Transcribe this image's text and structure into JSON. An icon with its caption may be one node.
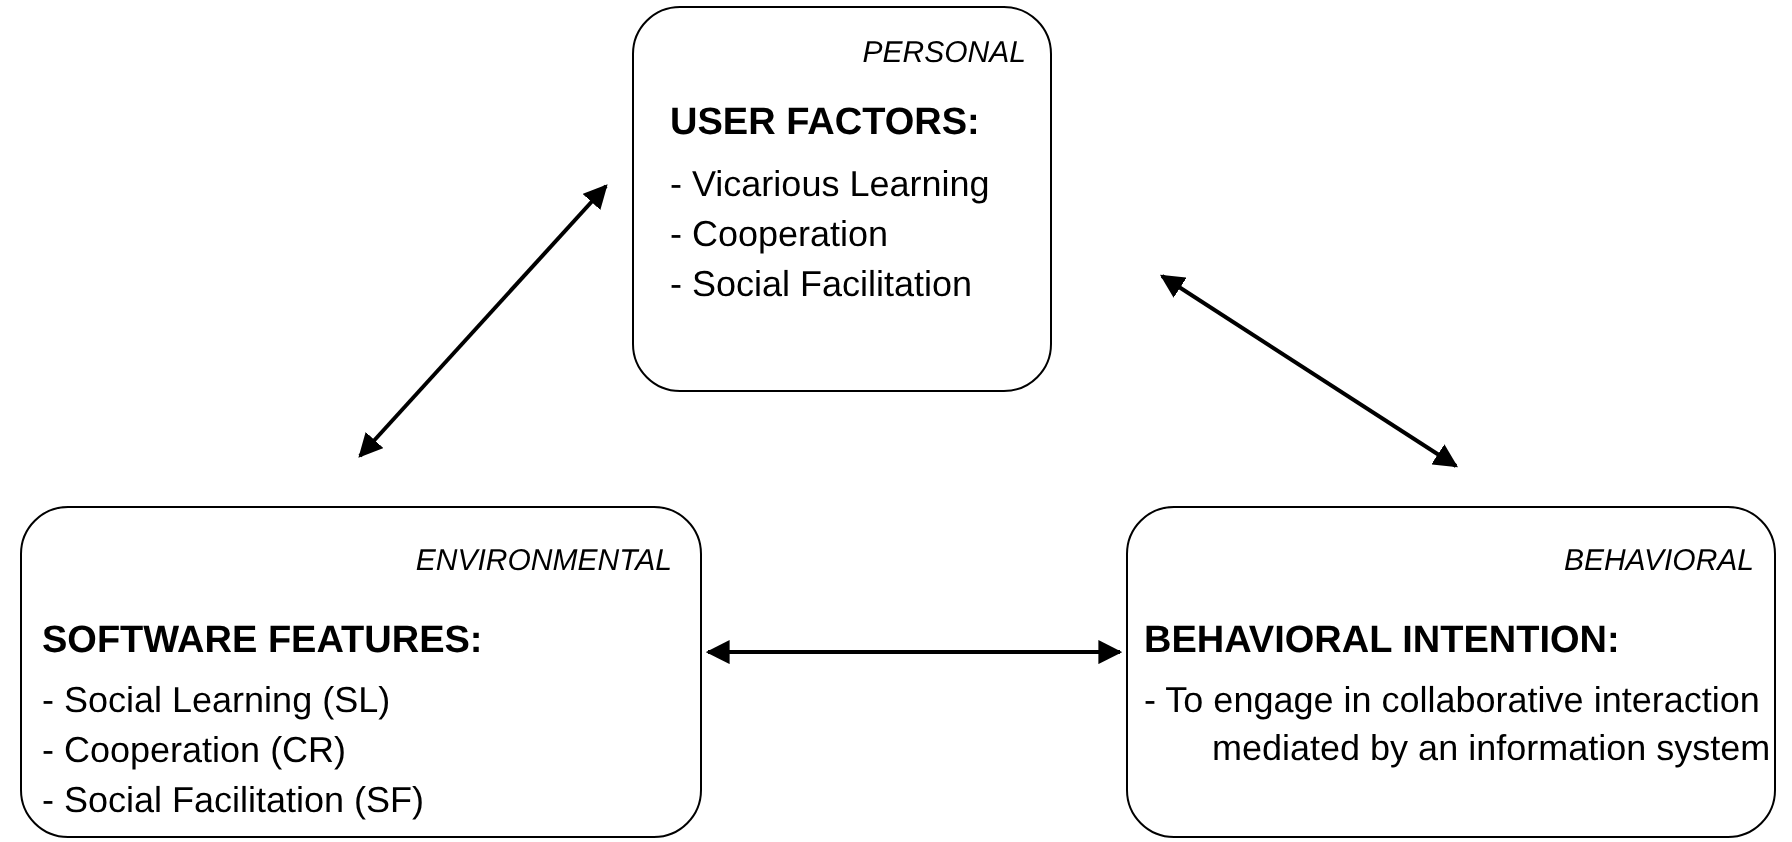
{
  "diagram": {
    "nodes": [
      {
        "text": [
          "PERSONAL",
          "USER FACTORS:",
          "- Vicarious Learning",
          "- Cooperation",
          "- Social Facilitation"
        ]
      },
      {
        "text": [
          "ENVIRONMENTAL",
          "SOFTWARE FEATURES:",
          "- Social Learning  (SL)",
          "- Cooperation  (CR)",
          "- Social Facilitation  (SF)"
        ]
      },
      {
        "text": [
          "BEHAVIORAL",
          "BEHAVIORAL INTENTION:",
          "- To engage in collaborative interaction mediated by an information system"
        ]
      }
    ],
    "edges": [
      {
        "from": 0,
        "to": 1,
        "arrow": "both"
      },
      {
        "from": 0,
        "to": 2,
        "arrow": "both"
      },
      {
        "from": 1,
        "to": 2,
        "arrow": "both"
      }
    ]
  }
}
